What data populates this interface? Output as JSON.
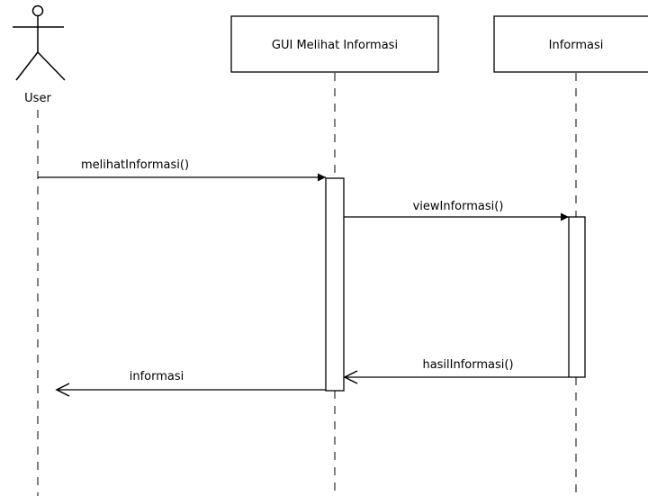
{
  "actor": {
    "label": "User"
  },
  "lifelines": [
    {
      "label": "GUI Melihat Informasi"
    },
    {
      "label": "Informasi"
    }
  ],
  "messages": [
    {
      "label": "melihatInformasi()"
    },
    {
      "label": "viewInformasi()"
    },
    {
      "label": "hasilInformasi()"
    },
    {
      "label": "informasi"
    }
  ],
  "colors": {
    "line": "#000000",
    "background": "#ffffff"
  }
}
